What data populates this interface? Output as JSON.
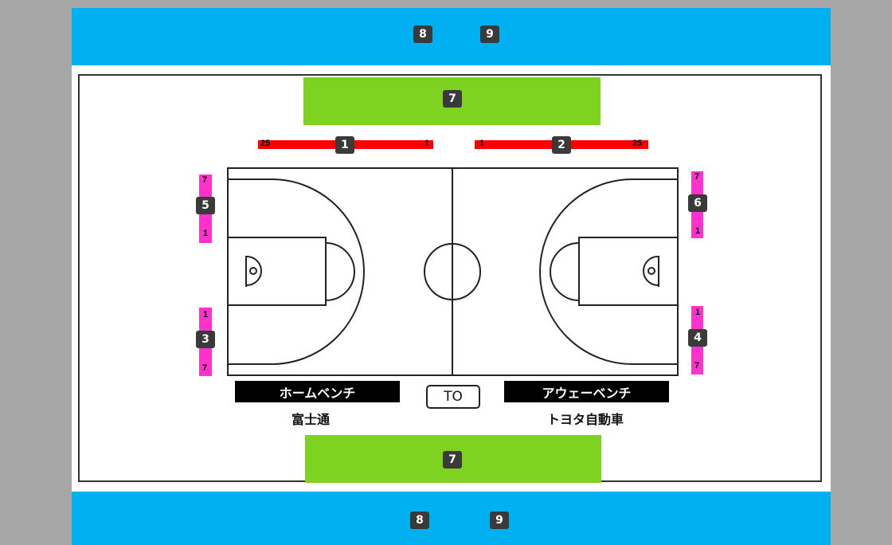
{
  "markers": {
    "m1": "1",
    "m2": "2",
    "m3": "3",
    "m4": "4",
    "m5": "5",
    "m6": "6",
    "m7": "7",
    "m8": "8",
    "m9": "9"
  },
  "bars": {
    "top_left": {
      "start": "25",
      "end": "1"
    },
    "top_right": {
      "start": "1",
      "end": "25"
    },
    "side_upper": {
      "start": "7",
      "end": "1"
    },
    "side_lower": {
      "start": "1",
      "end": "7"
    }
  },
  "benches": {
    "home_label": "ホームベンチ",
    "away_label": "アウェーベンチ",
    "home_team": "富士通",
    "away_team": "トヨタ自動車"
  },
  "to_label": "TO",
  "colors": {
    "background": "#a7a7a7",
    "blue_zone": "#00b0f0",
    "green_zone": "#7ed321",
    "red_bar": "#ff0000",
    "magenta_bar": "#ff33cc",
    "badge": "#3a3a3a"
  }
}
